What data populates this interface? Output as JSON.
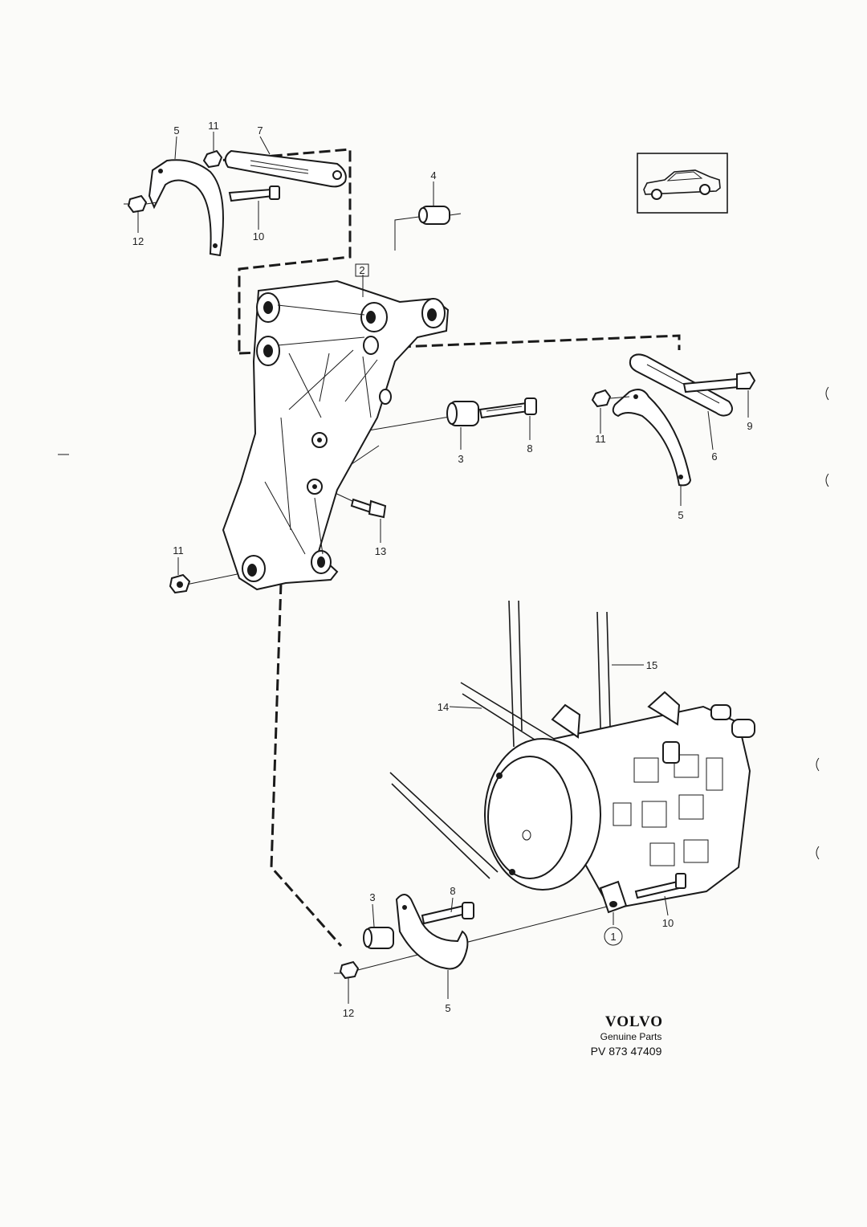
{
  "callouts": {
    "c5_top": "5",
    "c11_top": "11",
    "c7": "7",
    "c4": "4",
    "c12_top": "12",
    "c10_top": "10",
    "c2": "2",
    "c3_mid": "3",
    "c8_mid": "8",
    "c11_right": "11",
    "c6": "6",
    "c9": "9",
    "c5_right": "5",
    "c13": "13",
    "c11_left": "11",
    "c15": "15",
    "c14": "14",
    "c3_bot": "3",
    "c8_bot": "8",
    "c10_bot": "10",
    "c1": "1",
    "c12_bot": "12",
    "c5_bot": "5"
  },
  "branding": {
    "brand": "VOLVO",
    "subtitle": "Genuine Parts",
    "code": "PV 873 47409"
  },
  "thumbnail": {
    "icon": "car-thumbnail-icon"
  }
}
